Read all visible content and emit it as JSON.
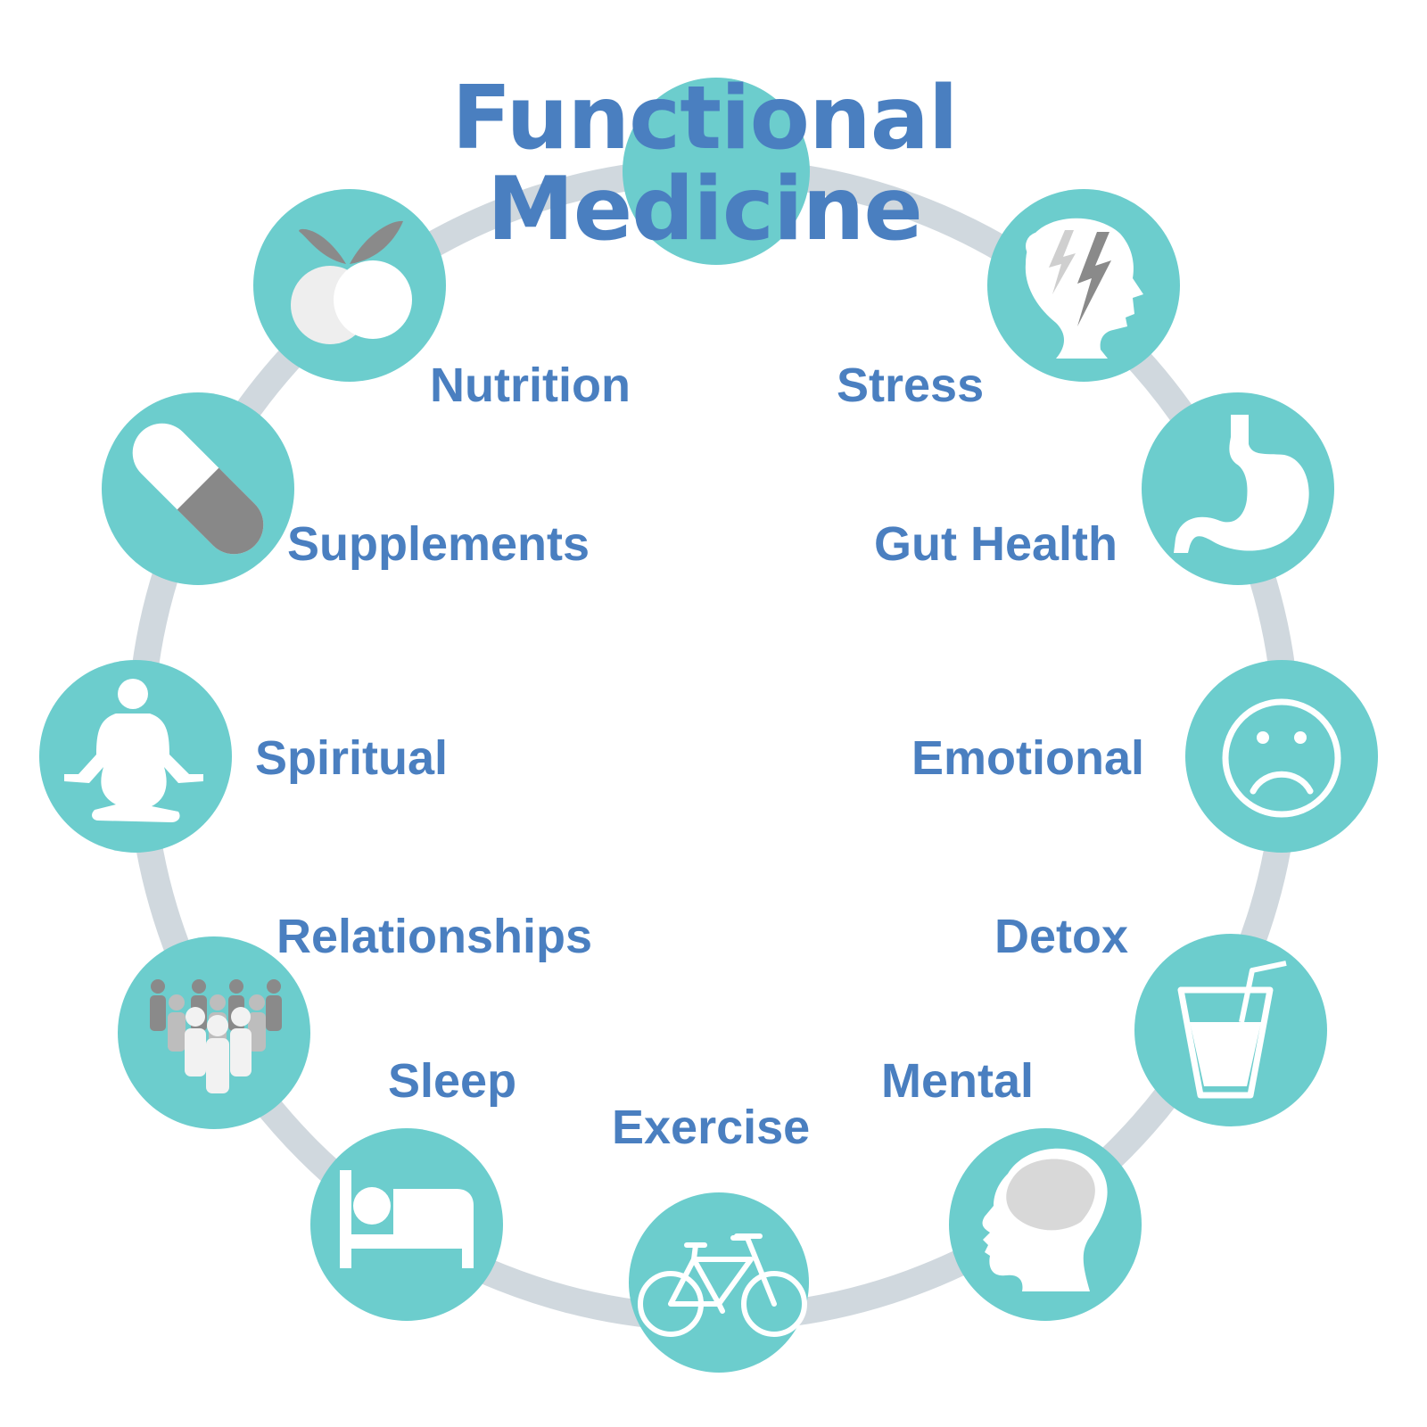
{
  "title": {
    "line1": "Functional",
    "line2": "Medicine"
  },
  "colors": {
    "teal": "#6ccdcd",
    "ring": "#d0d8de",
    "text": "#4a7fc0",
    "grey": "#8a8a8a",
    "light_grey": "#cfcfcf",
    "white": "#ffffff"
  },
  "nodes": [
    {
      "label": "Nutrition",
      "icon": "fruit-icon"
    },
    {
      "label": "Stress",
      "icon": "stressed-head-icon"
    },
    {
      "label": "Supplements",
      "icon": "pill-icon"
    },
    {
      "label": "Gut Health",
      "icon": "stomach-icon"
    },
    {
      "label": "Spiritual",
      "icon": "meditation-icon"
    },
    {
      "label": "Emotional",
      "icon": "sad-face-icon"
    },
    {
      "label": "Relationships",
      "icon": "people-group-icon"
    },
    {
      "label": "Detox",
      "icon": "drink-cup-icon"
    },
    {
      "label": "Sleep",
      "icon": "bed-icon"
    },
    {
      "label": "Mental",
      "icon": "brain-head-icon"
    },
    {
      "label": "Exercise",
      "icon": "bicycle-icon"
    }
  ]
}
